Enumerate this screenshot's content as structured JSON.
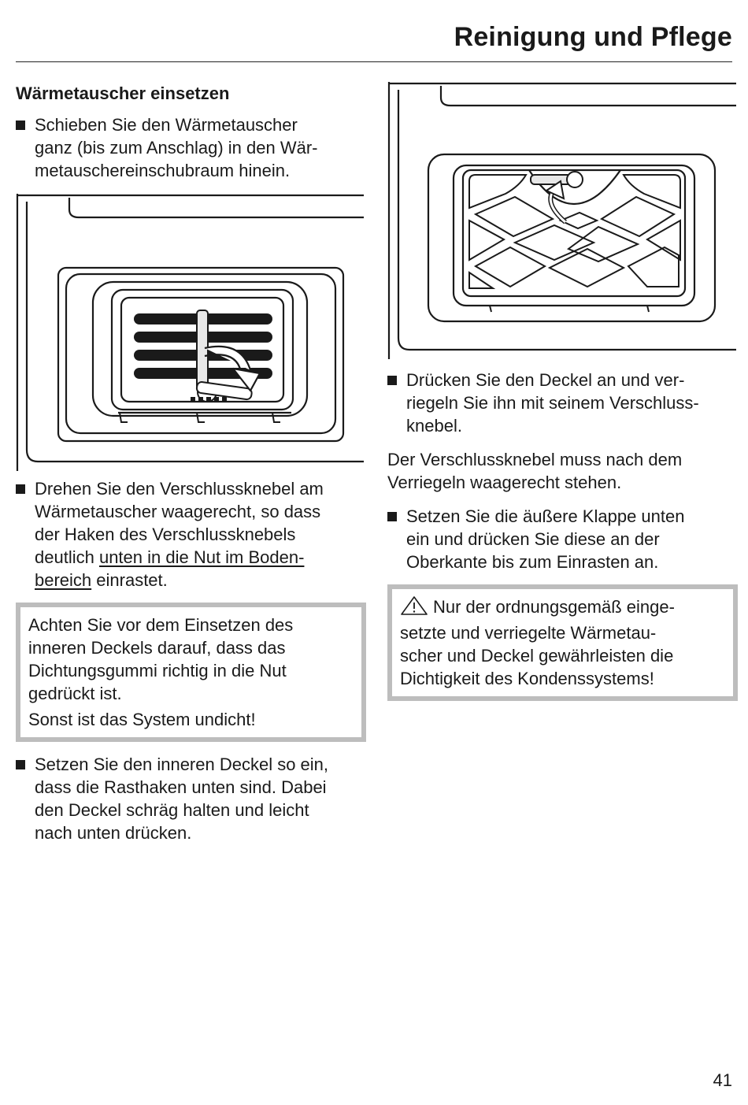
{
  "header": {
    "title": "Reinigung und Pflege"
  },
  "left": {
    "heading": "Wärmetauscher einsetzen",
    "bullet1": [
      "Schieben Sie den Wärmetauscher",
      "ganz (bis zum Anschlag) in den Wär-",
      "metauschereinschubraum hinein."
    ],
    "bullet2": {
      "lines": [
        "Drehen Sie den Verschlussknebel am",
        "Wärmetauscher waagerecht, so dass",
        "der Haken des Verschlussknebels"
      ],
      "line4_plain": "deutlich ",
      "line4_underlined": "unten in die Nut im Boden-",
      "line5_underlined": "bereich",
      "line5_plain": " einrastet."
    },
    "note": {
      "lines": [
        "Achten Sie vor dem Einsetzen des",
        "inneren Deckels darauf, dass das",
        "Dichtungsgummi richtig in die Nut",
        "gedrückt ist."
      ],
      "last": "Sonst ist das System undicht!"
    },
    "bullet3": [
      "Setzen Sie den inneren Deckel so ein,",
      "dass die Rasthaken unten sind. Dabei",
      "den Deckel schräg halten und leicht",
      "nach unten drücken."
    ]
  },
  "right": {
    "bullet1": [
      "Drücken Sie den Deckel an und ver-",
      "riegeln Sie ihn mit seinem Verschluss-",
      "knebel."
    ],
    "para": [
      "Der Verschlussknebel muss nach dem",
      "Verriegeln waagerecht stehen."
    ],
    "bullet2": [
      "Setzen Sie die äußere Klappe unten",
      "ein und drücken Sie diese an der",
      "Oberkante bis zum Einrasten an."
    ],
    "warning": {
      "icon": "warning-triangle-icon",
      "lines": [
        "Nur der ordnungsgemäß einge-",
        "setzte und verriegelte Wärmetau-",
        "scher und Deckel gewährleisten die",
        "Dichtigkeit des Kondenssystems!"
      ]
    }
  },
  "page_number": "41"
}
